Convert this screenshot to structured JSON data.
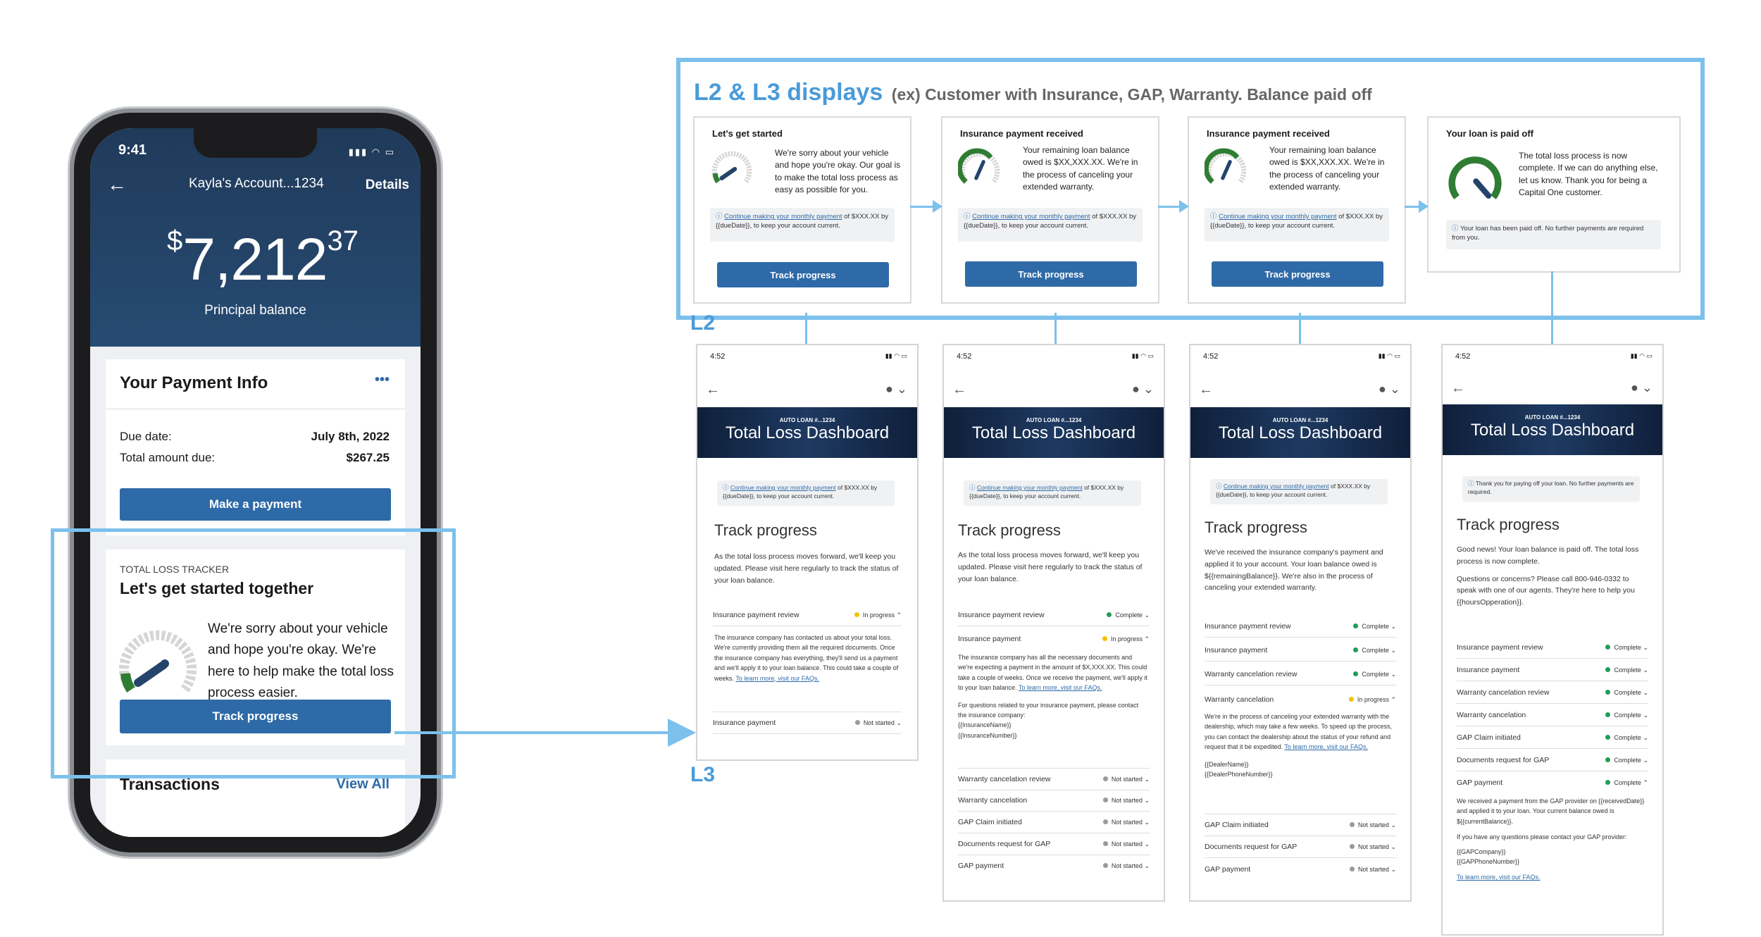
{
  "phone": {
    "time": "9:41",
    "account_title": "Kayla's Account...1234",
    "details_label": "Details",
    "balance_dollar": "$",
    "balance_whole": "7,212",
    "balance_cents": "37",
    "balance_label": "Principal balance",
    "payment_card": {
      "title": "Your Payment Info",
      "more": "•••",
      "due_date_label": "Due date:",
      "due_date_value": "July 8th, 2022",
      "total_due_label": "Total amount due:",
      "total_due_value": "$267.25",
      "make_payment": "Make a payment"
    },
    "tracker": {
      "kicker": "TOTAL LOSS TRACKER",
      "title": "Let's get started together",
      "body": "We're sorry about your vehicle and hope you're okay. We're here to help make the total loss process easier.",
      "button": "Track progress"
    },
    "transactions": {
      "title": "Transactions",
      "view_all": "View All"
    }
  },
  "labels": {
    "l2": "L2",
    "l3": "L3"
  },
  "header": {
    "title": "L2 & L3 displays",
    "subtitle": "(ex) Customer with Insurance, GAP, Warranty. Balance paid off"
  },
  "l2_cards": [
    {
      "title": "Let's get started",
      "body": "We're sorry about your vehicle and hope you're okay. Our goal is to make the total loss process as easy as possible for you.",
      "note_link": "Continue making your monthly payment",
      "note_rest": "of $XXX.XX by {{dueDate}}, to keep your account current.",
      "button": "Track progress"
    },
    {
      "title": "Insurance payment received",
      "body": "Your remaining loan balance owed is $XX,XXX.XX. We're in the process of canceling your extended warranty.",
      "note_link": "Continue making your monthly payment",
      "note_rest": "of $XXX.XX by {{dueDate}}, to keep your account current.",
      "button": "Track progress"
    },
    {
      "title": "Insurance payment received",
      "body": "Your remaining loan balance owed is $XX,XXX.XX. We're in the process of canceling your extended warranty.",
      "note_link": "Continue making your monthly payment",
      "note_rest": "of $XXX.XX by {{dueDate}}, to keep your account current.",
      "button": "Track progress"
    },
    {
      "title": "Your loan is paid off",
      "body": "The total loss process is now complete. If we can do anything else, let us know. Thank you for being a Capital One customer.",
      "note_rest": "Your loan has been paid off. No further payments are required from you."
    }
  ],
  "l3_screens": [
    {
      "time": "4:52",
      "kicker": "AUTO LOAN #...1234",
      "title": "Total Loss Dashboard",
      "note_link": "Continue making your monthly payment",
      "note_rest": "of $XXX.XX by {{dueDate}}, to keep your account current.",
      "heading": "Track progress",
      "intro": "As the total loss process moves forward, we'll keep you updated. Please visit here regularly to track the status of your loan balance.",
      "steps": [
        {
          "label": "Insurance payment review",
          "status": "In progress",
          "color": "#f2c200"
        },
        {
          "label": "Insurance payment",
          "status": "Not started",
          "color": "#9a9a9a"
        }
      ],
      "detail": "The insurance company has contacted us about your total loss. We're currently providing them all the required documents. Once the insurance company has everything, they'll send us a payment and we'll apply it to your loan balance. This could take a couple of weeks.",
      "detail_link": "To learn more, visit our FAQs."
    },
    {
      "time": "4:52",
      "kicker": "AUTO LOAN #...1234",
      "title": "Total Loss Dashboard",
      "note_link": "Continue making your monthly payment",
      "note_rest": "of $XXX.XX by {{dueDate}}, to keep your account current.",
      "heading": "Track progress",
      "intro": "As the total loss process moves forward, we'll keep you updated. Please visit here regularly to track the status of your loan balance.",
      "steps": [
        {
          "label": "Insurance payment review",
          "status": "Complete",
          "color": "#1f9d55"
        },
        {
          "label": "Insurance payment",
          "status": "In progress",
          "color": "#f2c200"
        },
        {
          "label": "Warranty cancelation review",
          "status": "Not started",
          "color": "#9a9a9a"
        },
        {
          "label": "Warranty cancelation",
          "status": "Not started",
          "color": "#9a9a9a"
        },
        {
          "label": "GAP Claim initiated",
          "status": "Not started",
          "color": "#9a9a9a"
        },
        {
          "label": "Documents request for GAP",
          "status": "Not started",
          "color": "#9a9a9a"
        },
        {
          "label": "GAP payment",
          "status": "Not started",
          "color": "#9a9a9a"
        }
      ],
      "detail": "The insurance company has all the necessary documents and we're expecting a payment in the amount of $X,XXX.XX. This could take a couple of weeks. Once we receive the payment, we'll apply it to your loan balance.",
      "detail_link": "To learn more, visit our FAQs.",
      "detail2": "For questions related to your insurance payment, please contact the insurance company:",
      "detail3": "{{InsuranceName}}\n{{InsuranceNumber}}"
    },
    {
      "time": "4:52",
      "kicker": "AUTO LOAN #...1234",
      "title": "Total Loss Dashboard",
      "note_link": "Continue making your monthly payment",
      "note_rest": "of $XXX.XX by {{dueDate}}, to keep your account current.",
      "heading": "Track progress",
      "intro": "We've received the insurance company's payment and applied it to your account. Your loan balance owed is ${{remainingBalance}}. We're also in the process of canceling your extended warranty.",
      "steps": [
        {
          "label": "Insurance payment review",
          "status": "Complete",
          "color": "#1f9d55"
        },
        {
          "label": "Insurance payment",
          "status": "Complete",
          "color": "#1f9d55"
        },
        {
          "label": "Warranty cancelation review",
          "status": "Complete",
          "color": "#1f9d55"
        },
        {
          "label": "Warranty cancelation",
          "status": "In progress",
          "color": "#f2c200"
        },
        {
          "label": "GAP Claim initiated",
          "status": "Not started",
          "color": "#9a9a9a"
        },
        {
          "label": "Documents request for GAP",
          "status": "Not started",
          "color": "#9a9a9a"
        },
        {
          "label": "GAP payment",
          "status": "Not started",
          "color": "#9a9a9a"
        }
      ],
      "detail": "We're in the process of canceling your extended warranty with the dealership, which may take a few weeks. To speed up the process, you can contact the dealership about the status of your refund and request that it be expedited.",
      "detail_link": "To learn more, visit our FAQs.",
      "detail2": "{{DealerName}}\n{{DealerPhoneNumber}}"
    },
    {
      "time": "4:52",
      "kicker": "AUTO LOAN #...1234",
      "title": "Total Loss Dashboard",
      "note_rest": "Thank you for paying off your loan. No further payments are required.",
      "heading": "Track progress",
      "intro": "Good news! Your loan balance is paid off. The total loss process is now complete.",
      "intro2": "Questions or concerns? Please call 800-946-0332 to speak with one of our agents. They're here to help you {{hoursOpperation}}.",
      "steps": [
        {
          "label": "Insurance payment review",
          "status": "Complete",
          "color": "#1f9d55"
        },
        {
          "label": "Insurance payment",
          "status": "Complete",
          "color": "#1f9d55"
        },
        {
          "label": "Warranty cancelation review",
          "status": "Complete",
          "color": "#1f9d55"
        },
        {
          "label": "Warranty cancelation",
          "status": "Complete",
          "color": "#1f9d55"
        },
        {
          "label": "GAP Claim initiated",
          "status": "Complete",
          "color": "#1f9d55"
        },
        {
          "label": "Documents request for GAP",
          "status": "Complete",
          "color": "#1f9d55"
        },
        {
          "label": "GAP payment",
          "status": "Complete",
          "color": "#1f9d55"
        }
      ],
      "detail": "We received a payment from the GAP provider on {{receivedDate}} and applied it to your loan. Your current balance owed is ${{currentBalance}}.",
      "detail2": "If you have any questions please contact your GAP provider:",
      "detail3": "{{GAPCompany}}\n{{GAPPhoneNumber}}",
      "detail_link": "To learn more, visit our FAQs."
    }
  ]
}
